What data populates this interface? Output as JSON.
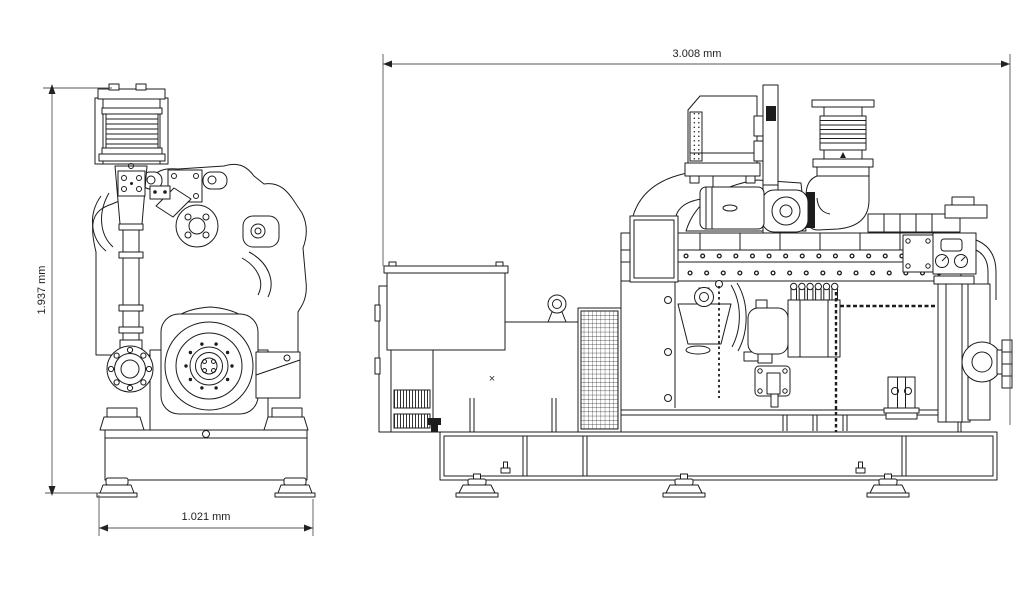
{
  "colors": {
    "background": "#ffffff",
    "line": "#1c1c1c",
    "dimension_text": "#222222"
  },
  "front_view": {
    "height_dimension": "1.937 mm",
    "width_dimension": "1.021 mm"
  },
  "side_view": {
    "length_dimension": "3.008 mm",
    "center_mark": "×"
  }
}
